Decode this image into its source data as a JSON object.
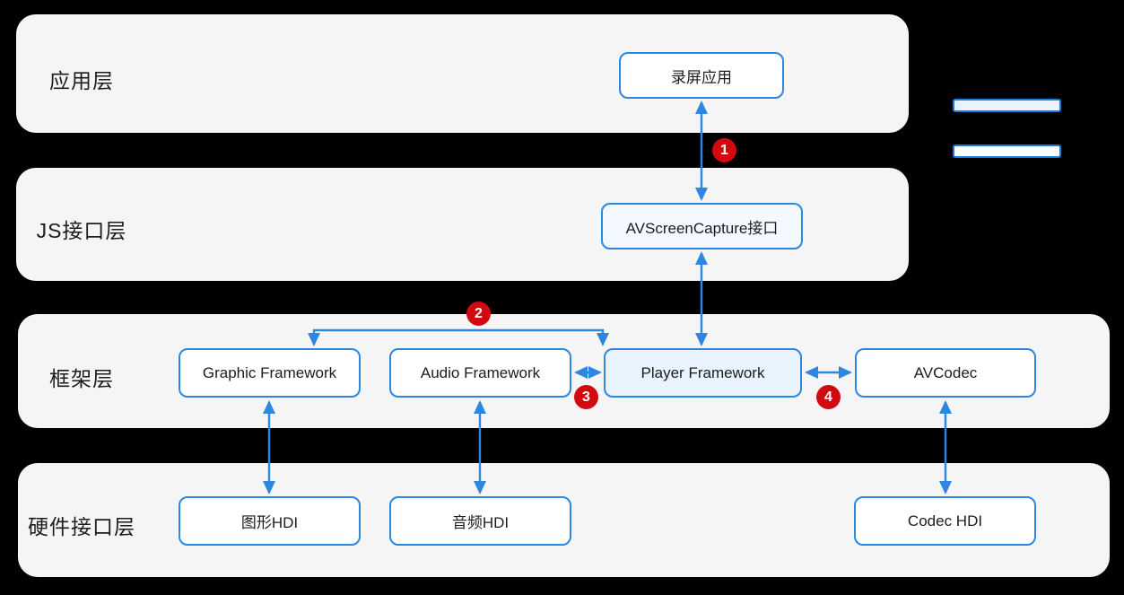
{
  "colors": {
    "background": "#000000",
    "panel_fill": "#f5f5f6",
    "box_border": "#2b87e2",
    "box_fill_default": "#ffffff",
    "box_fill_highlight": "#e8f3fd",
    "box_fill_highlight_light": "#f3f9fe",
    "arrow": "#2d87e0",
    "badge_fill": "#d20a10",
    "badge_text": "#ffffff",
    "text": "#1c1c1c"
  },
  "layers": [
    {
      "label": "应用层",
      "boxes": [
        {
          "label": "录屏应用",
          "highlight": false
        }
      ]
    },
    {
      "label": "JS接口层",
      "boxes": [
        {
          "label": "AVScreenCapture接口",
          "highlight": true
        }
      ]
    },
    {
      "label": "框架层",
      "boxes": [
        {
          "label": "Graphic Framework",
          "highlight": false
        },
        {
          "label": "Audio Framework",
          "highlight": false
        },
        {
          "label": "Player Framework",
          "highlight": true
        },
        {
          "label": "AVCodec",
          "highlight": false
        }
      ]
    },
    {
      "label": "硬件接口层",
      "boxes": [
        {
          "label": "图形HDI",
          "highlight": false
        },
        {
          "label": "音频HDI",
          "highlight": false
        },
        {
          "label": "Codec HDI",
          "highlight": false
        }
      ]
    }
  ],
  "step_badges": [
    {
      "label": "1"
    },
    {
      "label": "2"
    },
    {
      "label": "3"
    },
    {
      "label": "4"
    }
  ],
  "legend": {
    "highlighted_fill": "#e8f3fd",
    "default_fill": "#ffffff"
  },
  "connections": [
    {
      "from": "录屏应用",
      "to": "AVScreenCapture接口",
      "bidirectional": true,
      "badge": "1"
    },
    {
      "from": "AVScreenCapture接口",
      "to": "Player Framework",
      "bidirectional": true
    },
    {
      "from": "Player Framework",
      "to": "Graphic Framework",
      "bidirectional": true,
      "badge": "2"
    },
    {
      "from": "Audio Framework",
      "to": "Player Framework",
      "bidirectional": true,
      "badge": "3"
    },
    {
      "from": "Player Framework",
      "to": "AVCodec",
      "bidirectional": true,
      "badge": "4"
    },
    {
      "from": "Graphic Framework",
      "to": "图形HDI",
      "bidirectional": true
    },
    {
      "from": "Audio Framework",
      "to": "音频HDI",
      "bidirectional": true
    },
    {
      "from": "AVCodec",
      "to": "Codec HDI",
      "bidirectional": true
    }
  ]
}
